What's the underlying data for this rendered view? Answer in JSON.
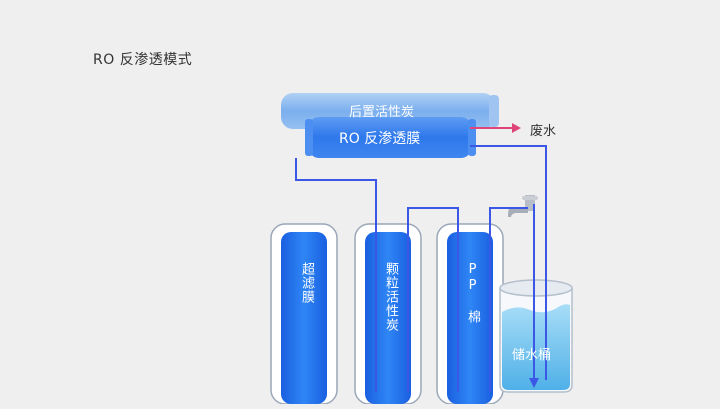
{
  "title": "RO 反渗透模式",
  "colors": {
    "background": "#efefef",
    "filter_blue": "#1f6ff0",
    "pipe_blue": "#3b57e6",
    "waste_arrow": "#e0457a",
    "water": "#6fc3ee"
  },
  "components": {
    "post_carbon": "后置活性炭",
    "ro_membrane": "RO 反渗透膜",
    "waste_water": "废水",
    "uf_membrane": "超滤膜",
    "granular_carbon": "颗粒活性炭",
    "pp_cotton": "PP 棉",
    "storage_tank": "储水桶"
  },
  "icons": {
    "faucet": "faucet-icon",
    "waste_arrow": "arrow-right-icon"
  }
}
